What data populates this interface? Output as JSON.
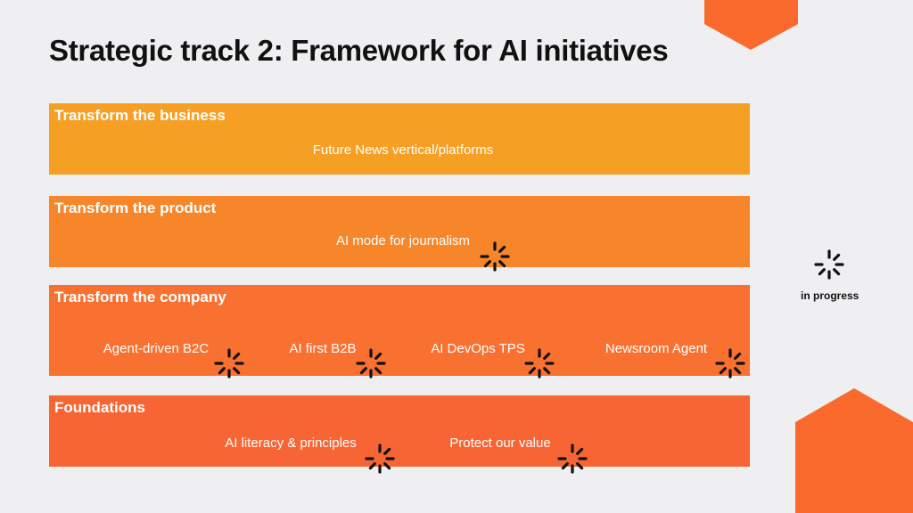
{
  "title": "Strategic track 2: Framework for AI initiatives",
  "tracks": [
    {
      "heading": "Transform the business",
      "color": "#f5a024",
      "items": [
        "Future News vertical/platforms"
      ]
    },
    {
      "heading": "Transform the product",
      "color": "#f7862b",
      "items": [
        "AI mode for journalism"
      ]
    },
    {
      "heading": "Transform the company",
      "color": "#f97131",
      "items": [
        "Agent-driven B2C",
        "AI first B2B",
        "AI DevOps TPS",
        "Newsroom Agent"
      ]
    },
    {
      "heading": "Foundations",
      "color": "#f86534",
      "items": [
        "AI literacy & principles",
        "Protect our value"
      ]
    }
  ],
  "legend": {
    "icon": "spinner-icon",
    "label": "in progress"
  },
  "accent": "#fa6a2c"
}
